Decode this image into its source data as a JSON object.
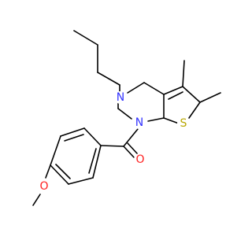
{
  "molecule": {
    "atoms": {
      "n3": {
        "symbol": "N",
        "color": "#3333ff"
      },
      "n1": {
        "symbol": "N",
        "color": "#3333ff"
      },
      "s": {
        "symbol": "S",
        "color": "#b8a600"
      },
      "o_carbonyl": {
        "symbol": "O",
        "color": "#ff2020"
      },
      "o_methoxy": {
        "symbol": "O",
        "color": "#ff2020"
      }
    },
    "bond_color": "#000000"
  }
}
